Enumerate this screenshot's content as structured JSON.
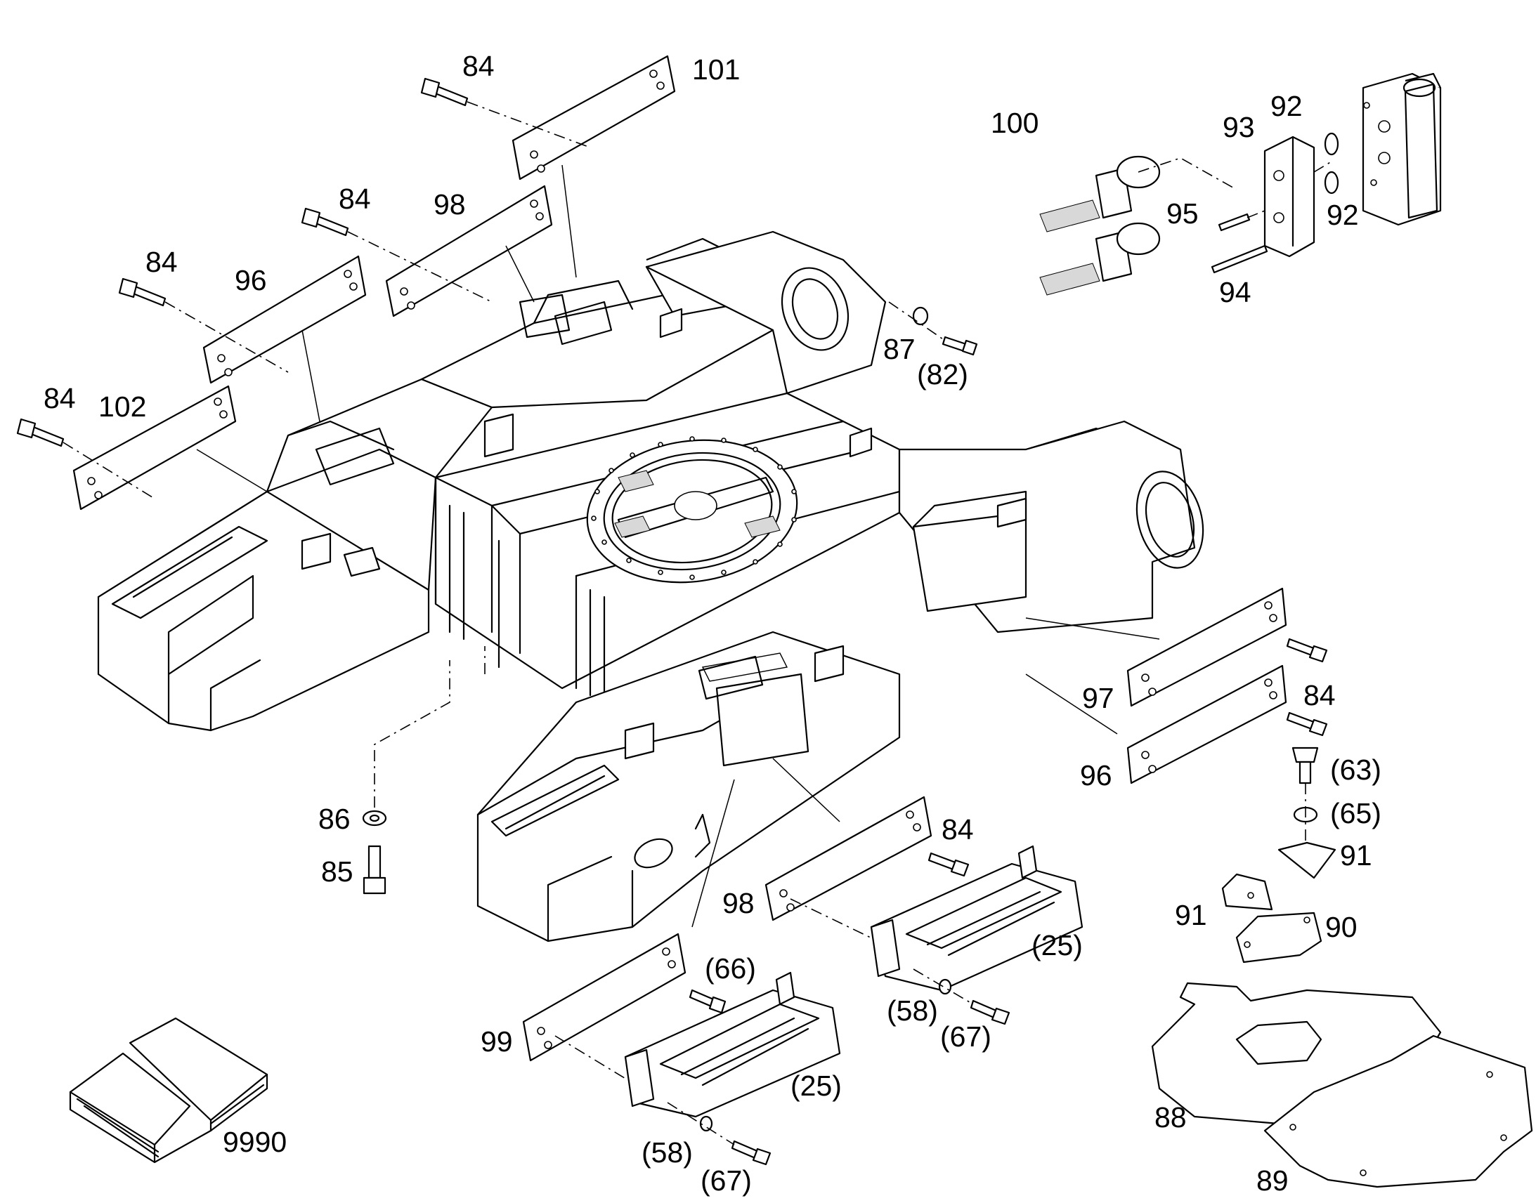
{
  "diagram": {
    "callouts": [
      {
        "id": "c84a",
        "text": "84"
      },
      {
        "id": "c101",
        "text": "101"
      },
      {
        "id": "c84b",
        "text": "84"
      },
      {
        "id": "c98a",
        "text": "98"
      },
      {
        "id": "c84c",
        "text": "84"
      },
      {
        "id": "c96a",
        "text": "96"
      },
      {
        "id": "c84d",
        "text": "84"
      },
      {
        "id": "c102",
        "text": "102"
      },
      {
        "id": "c100",
        "text": "100"
      },
      {
        "id": "c93",
        "text": "93"
      },
      {
        "id": "c92a",
        "text": "92"
      },
      {
        "id": "c92b",
        "text": "92"
      },
      {
        "id": "c95",
        "text": "95"
      },
      {
        "id": "c94",
        "text": "94"
      },
      {
        "id": "c87",
        "text": "87"
      },
      {
        "id": "c82",
        "text": "(82)"
      },
      {
        "id": "c97",
        "text": "97"
      },
      {
        "id": "c84e",
        "text": "84"
      },
      {
        "id": "c96b",
        "text": "96"
      },
      {
        "id": "c63",
        "text": "(63)"
      },
      {
        "id": "c65",
        "text": "(65)"
      },
      {
        "id": "c91a",
        "text": "91"
      },
      {
        "id": "c91b",
        "text": "91"
      },
      {
        "id": "c90",
        "text": "90"
      },
      {
        "id": "c86",
        "text": "86"
      },
      {
        "id": "c85",
        "text": "85"
      },
      {
        "id": "c84f",
        "text": "84"
      },
      {
        "id": "c98b",
        "text": "98"
      },
      {
        "id": "c25a",
        "text": "(25)"
      },
      {
        "id": "c58a",
        "text": "(58)"
      },
      {
        "id": "c67a",
        "text": "(67)"
      },
      {
        "id": "c66",
        "text": "(66)"
      },
      {
        "id": "c99",
        "text": "99"
      },
      {
        "id": "c25b",
        "text": "(25)"
      },
      {
        "id": "c58b",
        "text": "(58)"
      },
      {
        "id": "c67b",
        "text": "(67)"
      },
      {
        "id": "c88",
        "text": "88"
      },
      {
        "id": "c89",
        "text": "89"
      },
      {
        "id": "c9990",
        "text": "9990"
      }
    ]
  }
}
